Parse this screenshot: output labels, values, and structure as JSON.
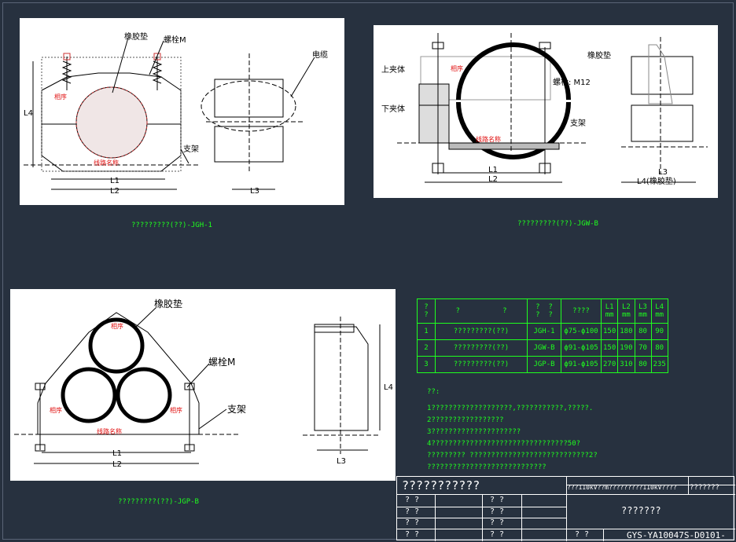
{
  "drawing1": {
    "label_rubber": "橡胶垫",
    "label_bolt": "螺栓M",
    "label_cable": "电缆",
    "label_bracket": "支架",
    "label_phase": "相序",
    "label_line": "线路名称",
    "dim_l1": "L1",
    "dim_l2": "L2",
    "dim_l3": "L3",
    "dim_l4": "L4",
    "caption": "?????????(??)-JGH-1"
  },
  "drawing2": {
    "label_upper": "上夹体",
    "label_lower": "下夹体",
    "label_bolt": "螺栓: M12",
    "label_rubber": "橡胶垫",
    "label_bracket": "支架",
    "label_phase": "相序",
    "label_line": "线路名称",
    "dim_l1": "L1",
    "dim_l2": "L2",
    "dim_l3": "L3",
    "dim_l4": "L4(橡胶垫)",
    "caption": "?????????(??)-JGW-B"
  },
  "drawing3": {
    "label_rubber": "橡胶垫",
    "label_bolt": "螺栓M",
    "label_bracket": "支架",
    "label_phase_top": "相序",
    "label_phase_left": "相序",
    "label_phase_right": "相序",
    "label_line": "线路名称",
    "dim_l1": "L1",
    "dim_l2": "L2",
    "dim_l3": "L3",
    "dim_l4": "L4",
    "caption": "?????????(??)-JGP-B"
  },
  "table": {
    "header": [
      "?\n?",
      "?          ?",
      "?  ?\n?  ?",
      "????",
      "L1\nmm",
      "L2\nmm",
      "L3\nmm",
      "L4\nmm"
    ],
    "rows": [
      [
        "1",
        "?????????(??)",
        "JGH-1",
        "ϕ75-ϕ100",
        "150",
        "180",
        "80",
        "90"
      ],
      [
        "2",
        "?????????(??)",
        "JGW-B",
        "ϕ91-ϕ105",
        "150",
        "190",
        "70",
        "80"
      ],
      [
        "3",
        "?????????(??)",
        "JGP-B",
        "ϕ91-ϕ105",
        "270",
        "310",
        "80",
        "235"
      ]
    ]
  },
  "notes": {
    "title": "??:",
    "lines": [
      "1???????????????????,???????????,?????.",
      "2?????????????????",
      "3?????????????????????",
      "4????????????????????????????????50?",
      "?????????  ????????????????????????????2?",
      "????????????????????????????"
    ]
  },
  "title_block": {
    "company": "???????????",
    "project": "???110kV??m?????????110kV????",
    "stage": "???????",
    "drawing_name": "???????",
    "left_cells": [
      "? ?",
      "? ?",
      "? ?",
      "? ?"
    ],
    "mid_cells": [
      "? ?",
      "? ?",
      "? ?",
      "? ?"
    ],
    "sheet_label": "? ?",
    "drawing_no": "GYS-YA10047S-D0101-"
  }
}
